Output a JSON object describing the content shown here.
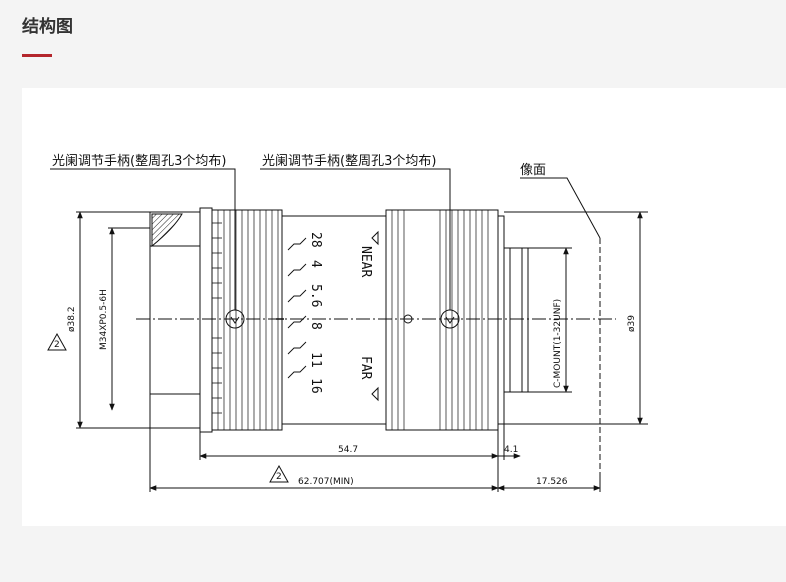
{
  "section": {
    "title": "结构图"
  },
  "drawing": {
    "callout_left": "光阑调节手柄(整周孔3个均布)",
    "callout_right": "光阑调节手柄(整周孔3个均布)",
    "image_plane": "像面",
    "aperture_values": [
      "28",
      "4",
      "5.6",
      "8",
      "11",
      "16"
    ],
    "near_label": "NEAR",
    "far_label": "FAR",
    "thread_label": "M34XP0.5-6H",
    "diameter_left": "ø38.2",
    "diameter_right": "ø39",
    "mount_label": "C-MOUNT(1-32UNF)",
    "dim_547": "54.7",
    "dim_41": "4.1",
    "dim_total": "62.707(MIN)",
    "dim_flange": "17.526",
    "note_mark": "2"
  }
}
